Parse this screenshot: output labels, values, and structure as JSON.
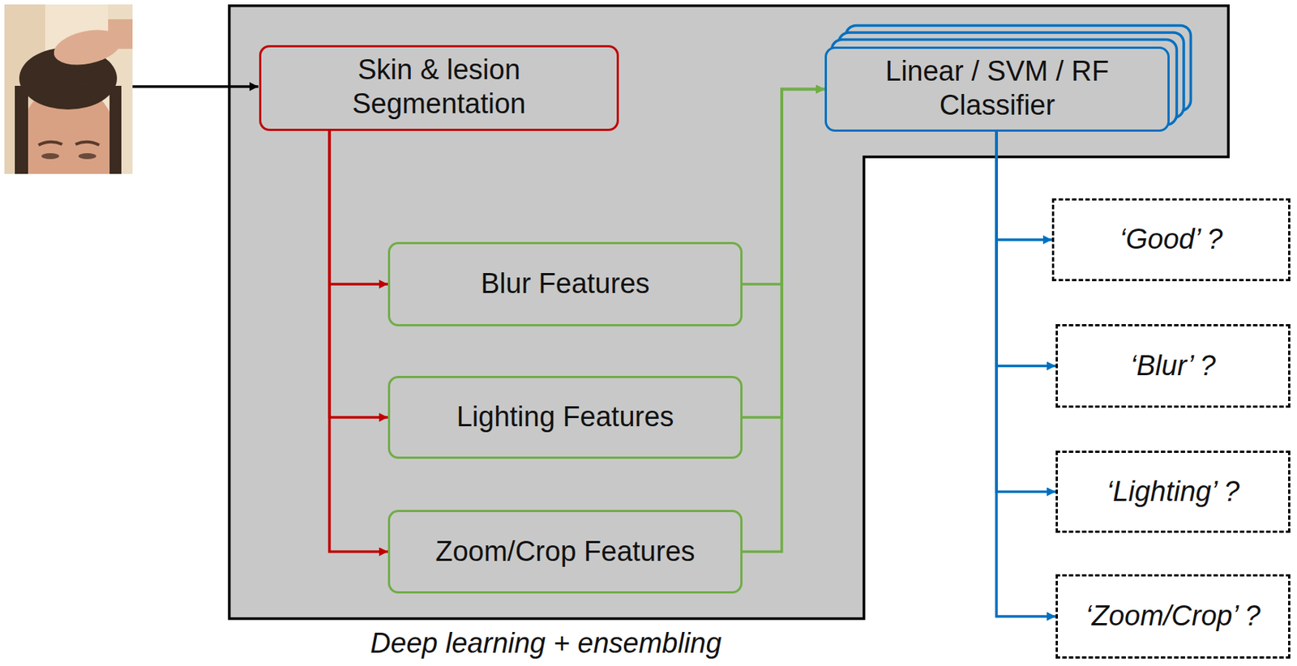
{
  "diagram": {
    "nodes": [
      {
        "text": [
          "Deep learning + ensembling"
        ]
      },
      {
        "text": [
          "Skin & lesion Segmentation"
        ],
        "in": 0
      },
      {
        "text": [
          "Blur Features"
        ],
        "in": 0
      },
      {
        "text": [
          "Lighting Features"
        ],
        "in": 0
      },
      {
        "text": [
          "Zoom/Crop Features"
        ],
        "in": 0
      },
      {
        "text": [
          "Linear / SVM / RF Classifier"
        ],
        "in": 0
      },
      {
        "text": [
          "‘Good’ ?"
        ]
      },
      {
        "text": [
          "‘Blur’ ?"
        ]
      },
      {
        "text": [
          "‘Lighting’ ?"
        ]
      },
      {
        "text": [
          "‘Zoom/Crop’ ?"
        ]
      }
    ],
    "edges": [
      {
        "from": 1,
        "to": 2,
        "arrow": "to"
      },
      {
        "from": 1,
        "to": 3,
        "arrow": "to"
      },
      {
        "from": 1,
        "to": 4,
        "arrow": "to"
      },
      {
        "from": 2,
        "to": 5,
        "arrow": "to"
      },
      {
        "from": 3,
        "to": 5,
        "arrow": "to"
      },
      {
        "from": 4,
        "to": 5,
        "arrow": "to"
      },
      {
        "from": 5,
        "to": 6,
        "arrow": "to"
      },
      {
        "from": 5,
        "to": 7,
        "arrow": "to"
      },
      {
        "from": 5,
        "to": 8,
        "arrow": "to"
      },
      {
        "from": 5,
        "to": 9,
        "arrow": "to"
      }
    ]
  }
}
